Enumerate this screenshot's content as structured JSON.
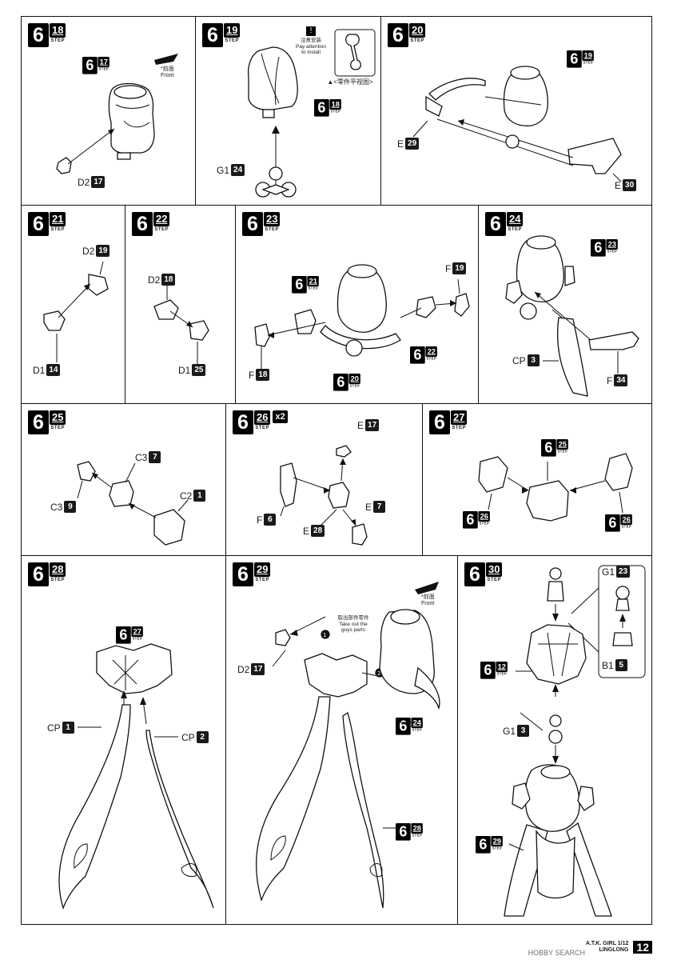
{
  "page": {
    "footer_line1": "A.T.K. GIRL 1/12",
    "footer_line2": "LINGLONG",
    "page_number": "12",
    "watermark": "HOBBY SEARCH"
  },
  "common": {
    "step_word": "STEP",
    "main_digit": "6"
  },
  "panels": [
    {
      "step": "18",
      "labels": [
        {
          "text": "D2",
          "num": "17"
        }
      ],
      "refs": [
        {
          "step": "17"
        }
      ],
      "front": {
        "zh": "*前面",
        "en": "Front"
      }
    },
    {
      "step": "19",
      "labels": [
        {
          "text": "G1",
          "num": "24"
        }
      ],
      "refs": [
        {
          "step": "18"
        }
      ],
      "caution": {
        "zh": "注意安装",
        "en1": "Pay attention",
        "en2": "to install"
      },
      "view_note": "▲<零件平视图>"
    },
    {
      "step": "20",
      "labels": [
        {
          "text": "E",
          "num": "29"
        },
        {
          "text": "E",
          "num": "30"
        }
      ],
      "refs": [
        {
          "step": "19"
        }
      ]
    },
    {
      "step": "21",
      "labels": [
        {
          "text": "D2",
          "num": "19"
        },
        {
          "text": "D1",
          "num": "14"
        }
      ]
    },
    {
      "step": "22",
      "labels": [
        {
          "text": "D2",
          "num": "18"
        },
        {
          "text": "D1",
          "num": "25"
        }
      ]
    },
    {
      "step": "23",
      "labels": [
        {
          "text": "F",
          "num": "19"
        },
        {
          "text": "F",
          "num": "18"
        }
      ],
      "refs": [
        {
          "step": "21"
        },
        {
          "step": "22"
        },
        {
          "step": "20"
        }
      ]
    },
    {
      "step": "24",
      "labels": [
        {
          "text": "CP",
          "num": "3"
        },
        {
          "text": "F",
          "num": "34"
        }
      ],
      "refs": [
        {
          "step": "23"
        }
      ]
    },
    {
      "step": "25",
      "labels": [
        {
          "text": "C3",
          "num": "7"
        },
        {
          "text": "C3",
          "num": "9"
        },
        {
          "text": "C2",
          "num": "1"
        }
      ]
    },
    {
      "step": "26",
      "multiplier": "x2",
      "labels": [
        {
          "text": "E",
          "num": "17"
        },
        {
          "text": "F",
          "num": "6"
        },
        {
          "text": "E",
          "num": "7"
        },
        {
          "text": "E",
          "num": "28"
        }
      ]
    },
    {
      "step": "27",
      "refs": [
        {
          "step": "25"
        },
        {
          "step": "26"
        },
        {
          "step": "26"
        }
      ]
    },
    {
      "step": "28",
      "labels": [
        {
          "text": "CP",
          "num": "1"
        },
        {
          "text": "CP",
          "num": "2"
        }
      ],
      "refs": [
        {
          "step": "27"
        }
      ]
    },
    {
      "step": "29",
      "labels": [
        {
          "text": "D2",
          "num": "17"
        }
      ],
      "refs": [
        {
          "step": "24"
        },
        {
          "step": "28"
        }
      ],
      "front": {
        "zh": "*前面",
        "en": "Front"
      },
      "remove_note": {
        "zh": "取出部件零件",
        "en1": "Take out the",
        "en2": "guys parts"
      },
      "markers": [
        "1",
        "2"
      ]
    },
    {
      "step": "30",
      "labels": [
        {
          "text": "G1",
          "num": "23"
        },
        {
          "text": "B1",
          "num": "5"
        },
        {
          "text": "G1",
          "num": "3"
        }
      ],
      "refs": [
        {
          "step": "12"
        },
        {
          "step": "29"
        }
      ]
    }
  ]
}
